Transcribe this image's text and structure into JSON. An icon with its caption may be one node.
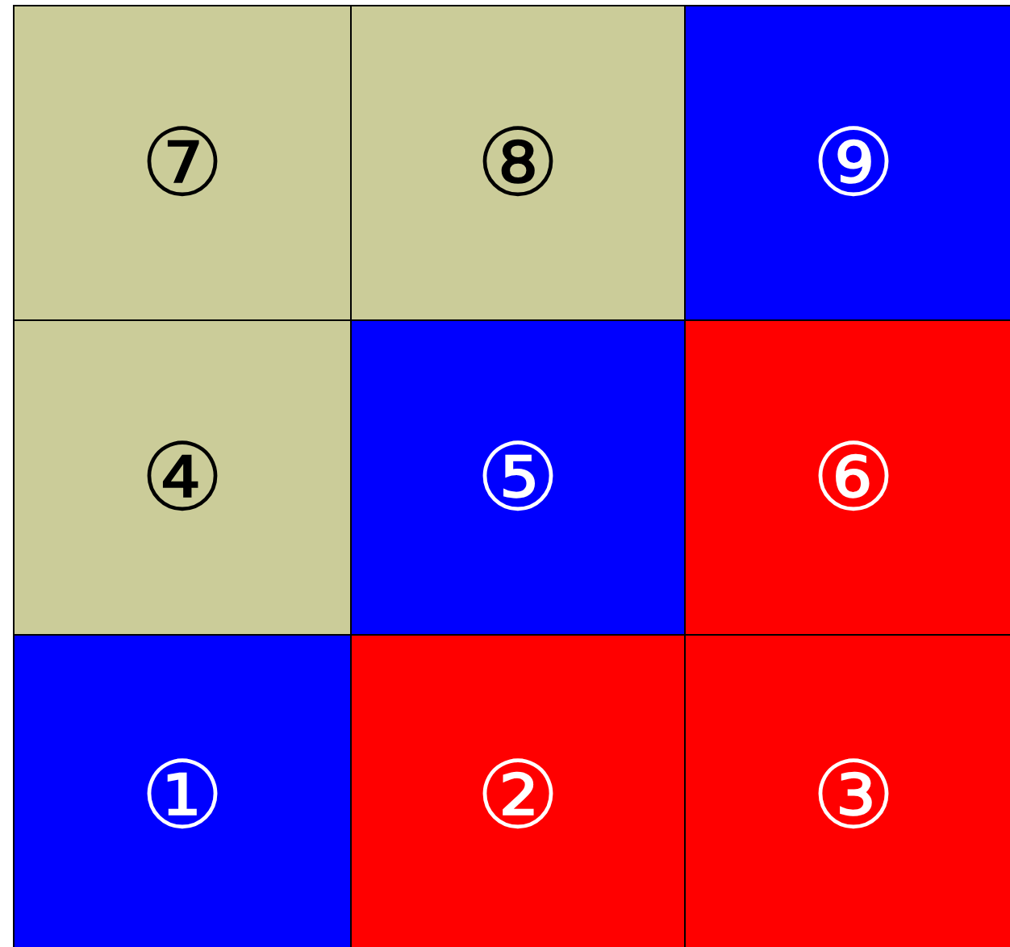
{
  "diagram": {
    "nodes": [
      {
        "text": [
          "⑦"
        ]
      },
      {
        "text": [
          "⑧"
        ]
      },
      {
        "text": [
          "⑨"
        ]
      },
      {
        "text": [
          "④"
        ]
      },
      {
        "text": [
          "⑤"
        ]
      },
      {
        "text": [
          "⑥"
        ]
      },
      {
        "text": [
          "①"
        ]
      },
      {
        "text": [
          "②"
        ]
      },
      {
        "text": [
          "③"
        ]
      }
    ]
  }
}
